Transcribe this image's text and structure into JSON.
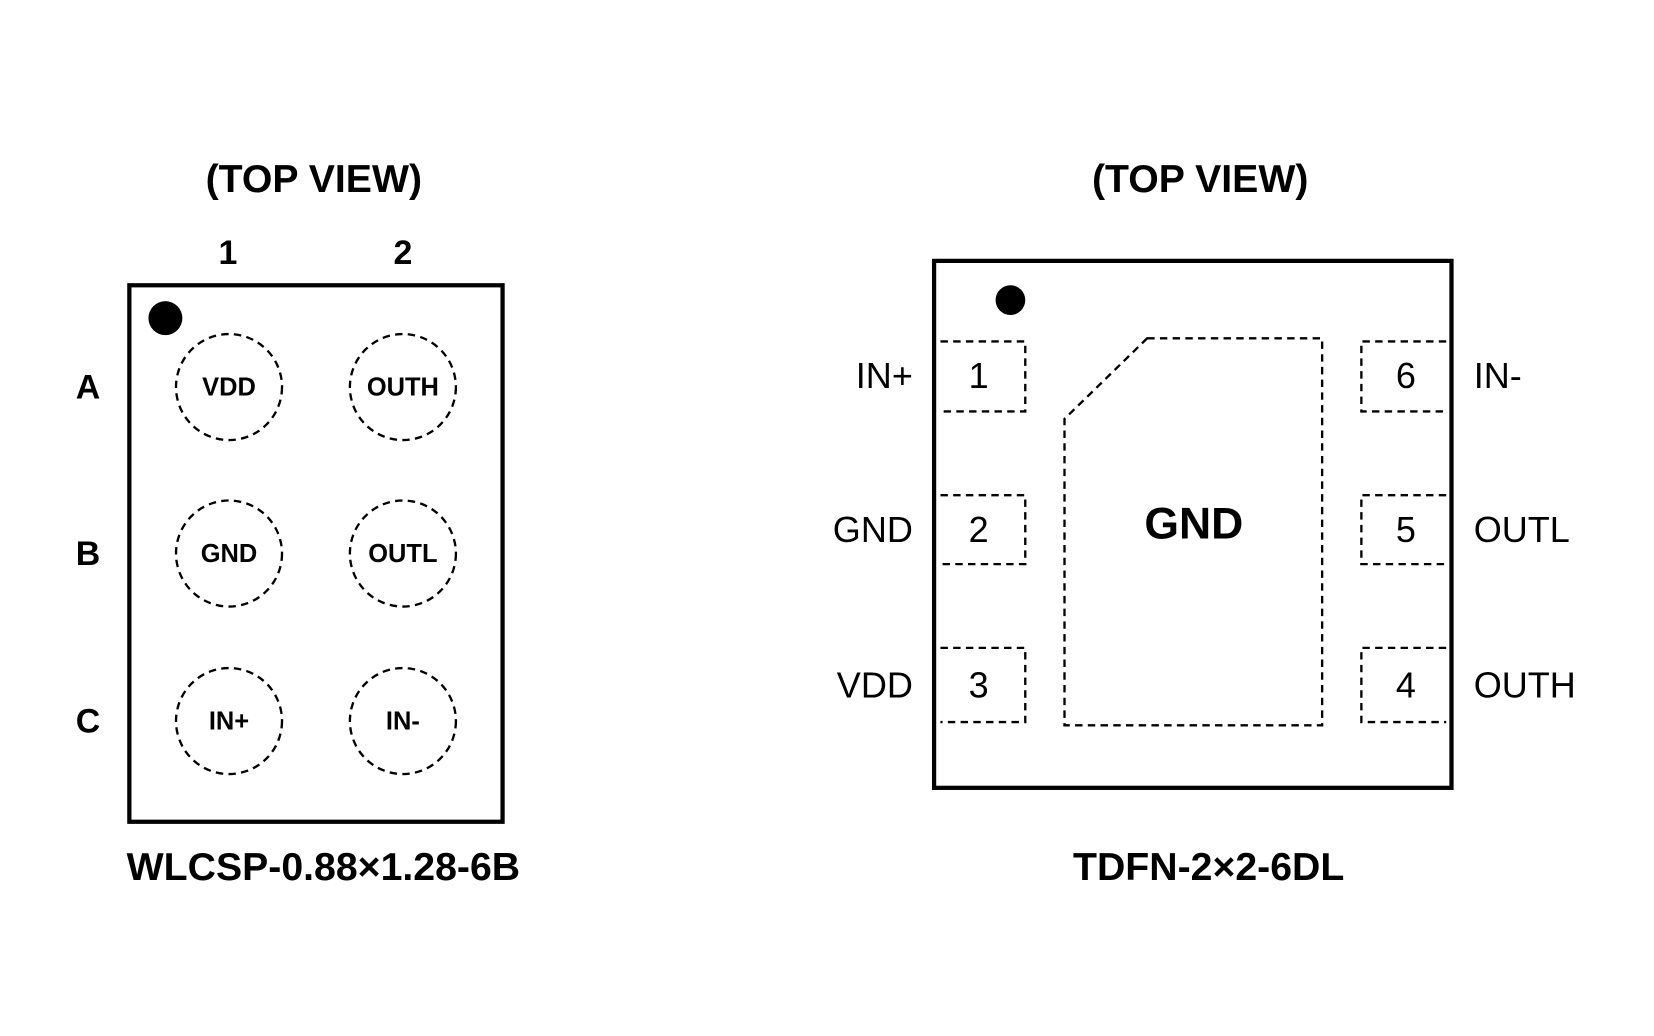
{
  "wlcsp": {
    "title": "(TOP VIEW)",
    "columns": [
      "1",
      "2"
    ],
    "rows": [
      "A",
      "B",
      "C"
    ],
    "balls": [
      [
        "VDD",
        "OUTH"
      ],
      [
        "GND",
        "OUTL"
      ],
      [
        "IN+",
        "IN-"
      ]
    ],
    "package": "WLCSP-0.88×1.28-6B"
  },
  "tdfn": {
    "title": "(TOP VIEW)",
    "left_pins": [
      {
        "num": "1",
        "name": "IN+"
      },
      {
        "num": "2",
        "name": "GND"
      },
      {
        "num": "3",
        "name": "VDD"
      }
    ],
    "right_pins": [
      {
        "num": "6",
        "name": "IN-"
      },
      {
        "num": "5",
        "name": "OUTL"
      },
      {
        "num": "4",
        "name": "OUTH"
      }
    ],
    "exposed_pad": "GND",
    "package": "TDFN-2×2-6DL"
  }
}
